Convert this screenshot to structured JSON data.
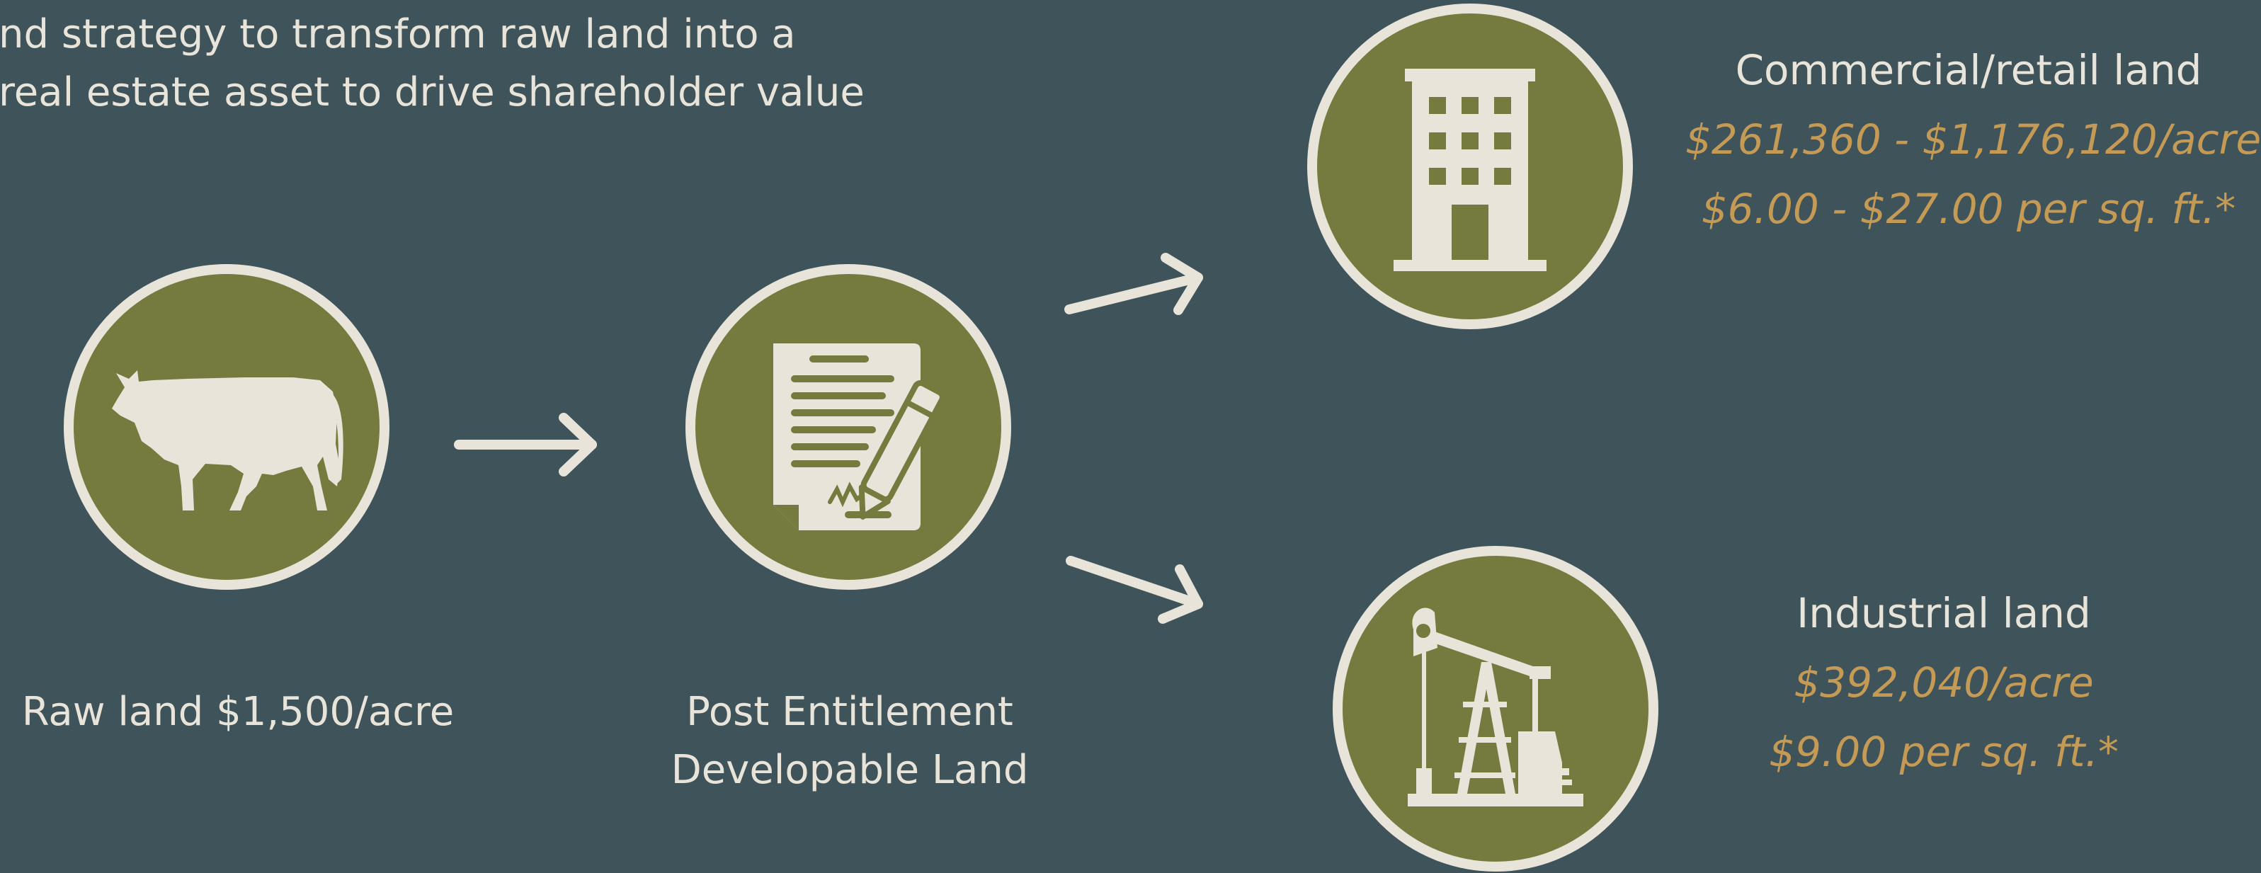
{
  "headline": {
    "line1": "nd strategy to transform raw land into a",
    "line2": "real estate asset to drive shareholder value"
  },
  "nodes": {
    "raw": {
      "icon": "cow-icon",
      "label": "Raw land $1,500/acre"
    },
    "post": {
      "icon": "signed-document-icon",
      "label_line1": "Post Entitlement",
      "label_line2": "Developable Land"
    },
    "commercial": {
      "icon": "office-building-icon",
      "title": "Commercial/retail land",
      "price_acre": "$261,360 - $1,176,120/acre",
      "price_sqft": "$6.00 - $27.00 per sq. ft.*"
    },
    "industrial": {
      "icon": "oil-pumpjack-icon",
      "title": "Industrial land",
      "price_acre": "$392,040/acre",
      "price_sqft": "$9.00 per sq. ft.*"
    }
  },
  "colors": {
    "background": "#3f535a",
    "circle_fill": "#757b3e",
    "circle_ring": "#e8e4d9",
    "text_light": "#e8e4d9",
    "price_gold": "#c49a55"
  }
}
